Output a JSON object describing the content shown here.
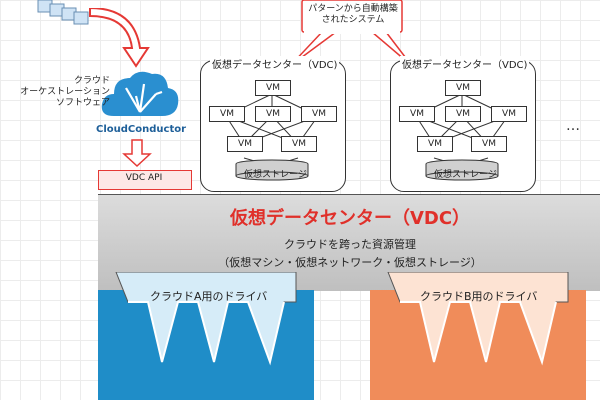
{
  "top_callout": "パターンから自動構築\nされたシステム",
  "orchestration_label": "クラウド\nオーケストレーション\nソフトウェア",
  "logo_text": "CloudConductor",
  "vdc_api": "VDC API",
  "vdc_small": [
    {
      "title": "仮想データセンター（VDC)",
      "vms": [
        "VM",
        "VM",
        "VM",
        "VM",
        "VM",
        "VM"
      ],
      "storage": "仮想ストレージ"
    },
    {
      "title": "仮想データセンター（VDC)",
      "vms": [
        "VM",
        "VM",
        "VM",
        "VM",
        "VM",
        "VM"
      ],
      "storage": "仮想ストレージ"
    }
  ],
  "ellipsis": "…",
  "main": {
    "title": "仮想データセンター（VDC）",
    "subtitle1": "クラウドを跨った資源管理",
    "subtitle2": "（仮想マシン・仮想ネットワーク・仮想ストレージ）"
  },
  "drivers": [
    {
      "label": "クラウドA用のドライバ",
      "color": "#1f8dc8",
      "light": "#d6ecf8"
    },
    {
      "label": "クラウドB用のドライバ",
      "color": "#f08c5a",
      "light": "#fde3d3"
    }
  ],
  "colors": {
    "arrow": "#e53935",
    "accent_red": "#e0302a",
    "cloud": "#2a8fd0"
  }
}
